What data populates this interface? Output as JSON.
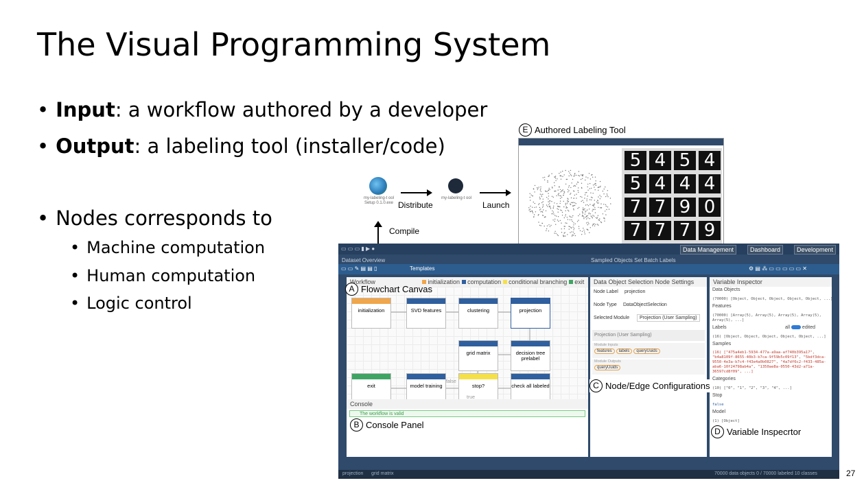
{
  "slide": {
    "title": "The Visual Programming System",
    "bullets": [
      {
        "bold": "Input",
        "rest": ": a workflow authored by a developer"
      },
      {
        "bold": "Output",
        "rest": ": a labeling tool (installer/code)"
      },
      {
        "text": "Nodes corresponds to"
      }
    ],
    "sub_bullets": [
      "Machine computation",
      "Human computation",
      "Logic control"
    ],
    "page_number": "27",
    "bullet_glyph": "•"
  },
  "flow": {
    "setup_label": "my-labeling-t ool Setup 0.1.0.exe",
    "tool_label": "my-labeling-t ool",
    "distribute": "Distribute",
    "launch": "Launch",
    "compile": "Compile"
  },
  "callouts": {
    "a": {
      "letter": "A",
      "text": "Flowchart Canvas"
    },
    "b": {
      "letter": "B",
      "text": "Console Panel"
    },
    "c": {
      "letter": "C",
      "text": "Node/Edge Configurations"
    },
    "d": {
      "letter": "D",
      "text": "Variable Inspecrtor"
    },
    "e": {
      "letter": "E",
      "text": "Authored Labeling Tool"
    }
  },
  "preview": {
    "digits": [
      "5",
      "4",
      "5",
      "4",
      "5",
      "4",
      "4",
      "4",
      "7",
      "7",
      "9",
      "0",
      "7",
      "7",
      "7",
      "9"
    ]
  },
  "app": {
    "top_buttons": [
      "Data Management",
      "Dashboard",
      "Development"
    ],
    "left_header": "Dataset Overview",
    "right_header": "Sampled Objects  Set Batch Labels",
    "templates": "Templates",
    "workflow": "Workflow",
    "legend": [
      "initialization",
      "computation",
      "conditional branching",
      "exit"
    ],
    "legend_colors": [
      "#f0a64a",
      "#2f5f9e",
      "#f6e04a",
      "#3fa463"
    ],
    "nodes": [
      {
        "label": "initialization",
        "color": "#f0a64a"
      },
      {
        "label": "SVD features",
        "color": "#2f5f9e"
      },
      {
        "label": "clustering",
        "color": "#2f5f9e"
      },
      {
        "label": "projection",
        "color": "#2f5f9e"
      },
      {
        "label": "grid matrix",
        "color": "#2f5f9e"
      },
      {
        "label": "decision tree prelabel",
        "color": "#2f5f9e"
      },
      {
        "label": "exit",
        "color": "#3fa463"
      },
      {
        "label": "model training",
        "color": "#2f5f9e"
      },
      {
        "label": "stop?",
        "color": "#f6e04a"
      },
      {
        "label": "check all labeled",
        "color": "#2f5f9e"
      }
    ],
    "false_label": "false",
    "true_label": "true",
    "console_title": "Console",
    "console_msg": "The workflow is valid",
    "settings": {
      "title": "Data Object Selection Node Settings",
      "node_label_key": "Node Label",
      "node_label_val": "projection",
      "node_type_key": "Node Type",
      "node_type_val": "DataObjectSelection",
      "module_key": "Selected Module",
      "module_val": "Projection (User Sampling)",
      "module_name": "Projection (User Sampling)",
      "inputs_title": "Module Inputs",
      "inputs": [
        "features",
        "labels",
        "queryUuids"
      ],
      "outputs_title": "Module Outputs",
      "outputs": [
        "queryUuids"
      ]
    },
    "inspector": {
      "title": "Variable Inspector",
      "data_objects": "Data Objects",
      "data_objects_val": "(70000) [Object, Object, Object, Object, Object, ...]",
      "features": "Features",
      "features_val": "(70000) [Array(5), Array(5), Array(5), Array(5), Array(5), ...]",
      "labels": "Labels",
      "labels_toggle_all": "all",
      "labels_toggle_edited": "edited",
      "labels_val": "(16) [Object, Object, Object, Object, Object, ...]",
      "samples": "Samples",
      "samples_val": "(16) [\"475a4eb1-5934-477a-a9aa-af740b395a17\", \"b4a8109f-8655-40b3-b7ca-9f59b5c09f13\", \"5bdf3dca-9550-4e3a-b7c4-f43e4a0b0827\", \"4a7df6c2-f433-485a-aba6-10f24798ab4a\", \"1350ae8a-0550-43d2-a71a-36597cd8f09\", ...]",
      "categories": "Categories",
      "categories_val": "(10) [\"0\", \"1\", \"2\", \"3\", \"4\", ...]",
      "stop": "Stop",
      "stop_val": "false",
      "model": "Model",
      "model_val": "(1) [Object]"
    },
    "status_left": [
      "projection",
      "grid matrix"
    ],
    "status_right": "70000 data objects  0 / 70000 labeled  10 classes"
  }
}
